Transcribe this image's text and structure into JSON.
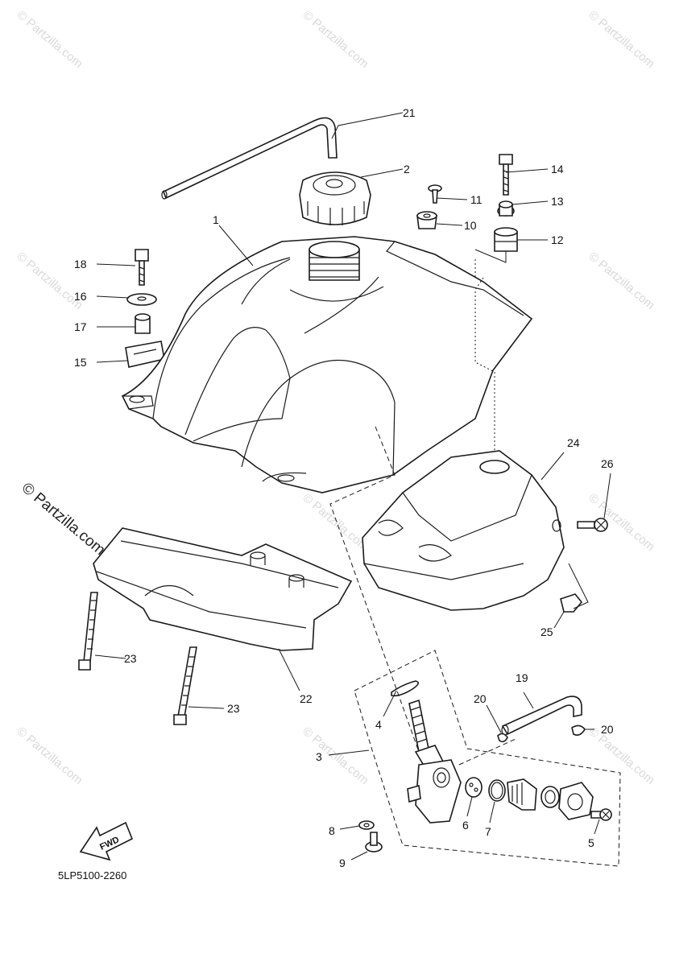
{
  "watermark": {
    "text": "© Partzilla.com",
    "large_text": "© Partzilla.com"
  },
  "diagram_code": "5LP5100-2260",
  "fwd_label": "FWD",
  "callouts": {
    "c1": "1",
    "c2": "2",
    "c3": "3",
    "c4": "4",
    "c5": "5",
    "c6": "6",
    "c7": "7",
    "c8": "8",
    "c9": "9",
    "c10": "10",
    "c11": "11",
    "c12": "12",
    "c13": "13",
    "c14": "14",
    "c15": "15",
    "c16": "16",
    "c17": "17",
    "c18": "18",
    "c19": "19",
    "c20a": "20",
    "c20b": "20",
    "c21": "21",
    "c22": "22",
    "c23a": "23",
    "c23b": "23",
    "c24": "24",
    "c25": "25",
    "c26": "26"
  }
}
